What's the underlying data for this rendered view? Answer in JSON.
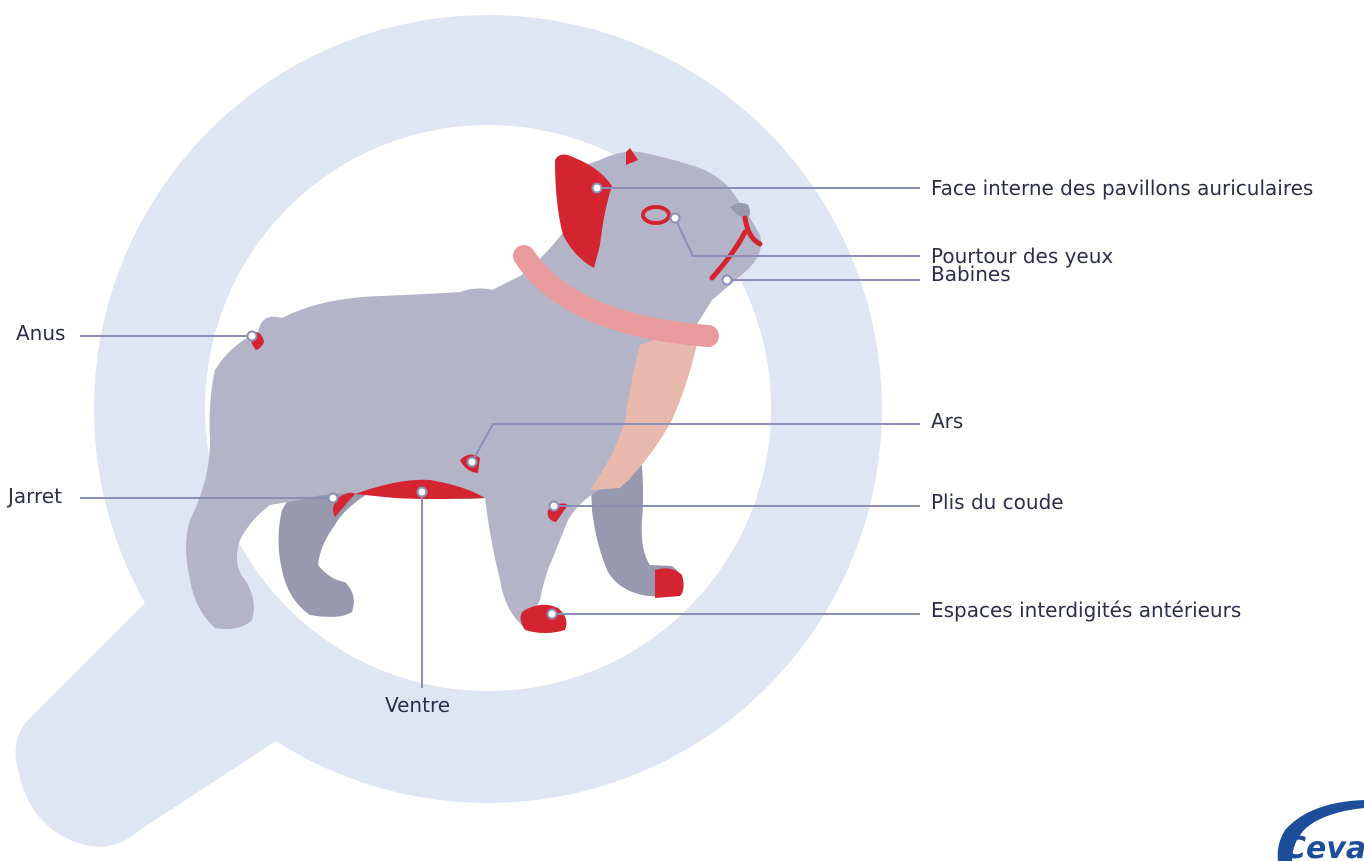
{
  "labels": {
    "face_interne": "Face interne des pavillons auriculaires",
    "pourtour_yeux": "Pourtour des yeux",
    "babines": "Babines",
    "anus": "Anus",
    "ars": "Ars",
    "jarret": "Jarret",
    "plis_coude": "Plis du coude",
    "espaces_interdigites": "Espaces interdigités antérieurs",
    "ventre": "Ventre"
  },
  "logo": {
    "text": "Ceva"
  },
  "colors": {
    "background_magnifier": "#dfe6f3",
    "dog_body": "#b4b4c8",
    "dog_dark": "#9898ae",
    "affected_area": "#d42430",
    "collar": "#e89a9c",
    "chest_patch": "#e8b8ac",
    "leader_line": "#8b8fb8",
    "logo_blue": "#1c4e9c"
  }
}
